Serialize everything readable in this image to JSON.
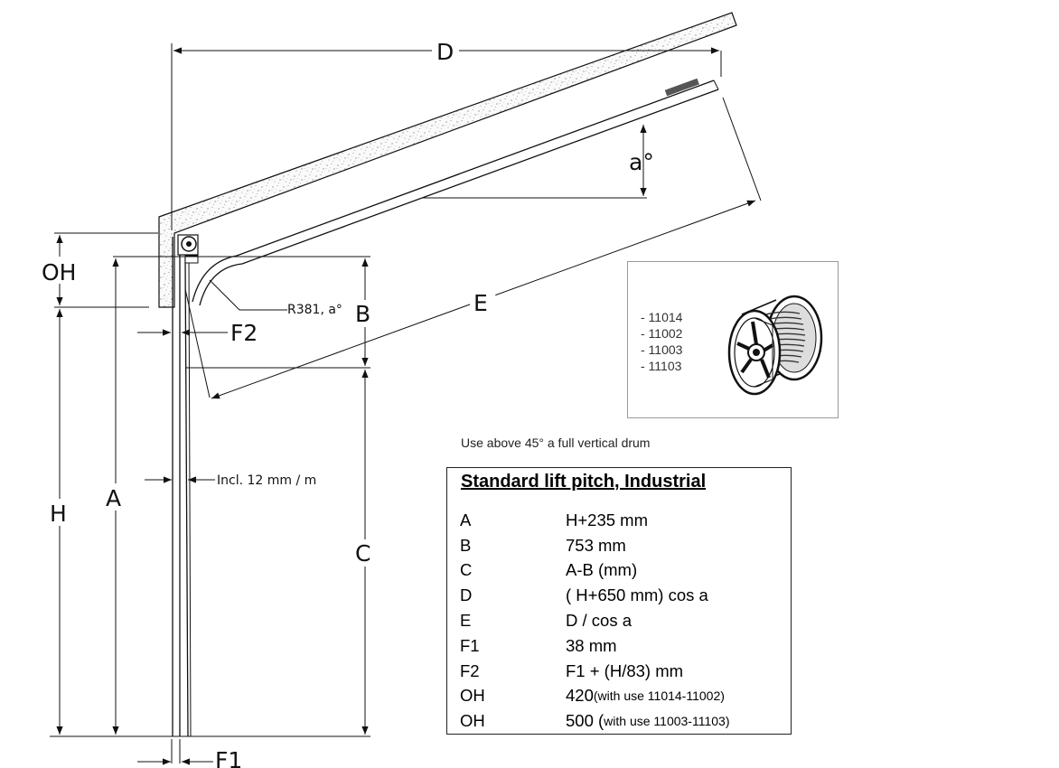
{
  "dimensions": {
    "D": "D",
    "E": "E",
    "angle": "a°",
    "OH": "OH",
    "H": "H",
    "A": "A",
    "B": "B",
    "C": "C",
    "F1": "F1",
    "F2": "F2",
    "radius": "R381, a°",
    "incline": "Incl. 12 mm / m"
  },
  "drum_panel": {
    "parts": [
      "- 11014",
      "- 11002",
      "- 11003",
      "- 11103"
    ]
  },
  "note": "Use above 45° a full vertical drum",
  "table": {
    "title": "Standard lift pitch, Industrial",
    "rows": [
      {
        "key": "A",
        "value": "H+235 mm",
        "note": ""
      },
      {
        "key": "B",
        "value": "753 mm",
        "note": ""
      },
      {
        "key": "C",
        "value": "A-B (mm)",
        "note": ""
      },
      {
        "key": "D",
        "value": "( H+650 mm) cos a",
        "note": ""
      },
      {
        "key": "E",
        "value": "D / cos a",
        "note": ""
      },
      {
        "key": "F1",
        "value": "38 mm",
        "note": ""
      },
      {
        "key": "F2",
        "value": "F1 + (H/83) mm",
        "note": ""
      },
      {
        "key": "OH",
        "value": "420",
        "note": " (with use 11014-11002)"
      },
      {
        "key": "OH",
        "value": "500 (",
        "note": "with use 11003-11103)"
      }
    ]
  }
}
